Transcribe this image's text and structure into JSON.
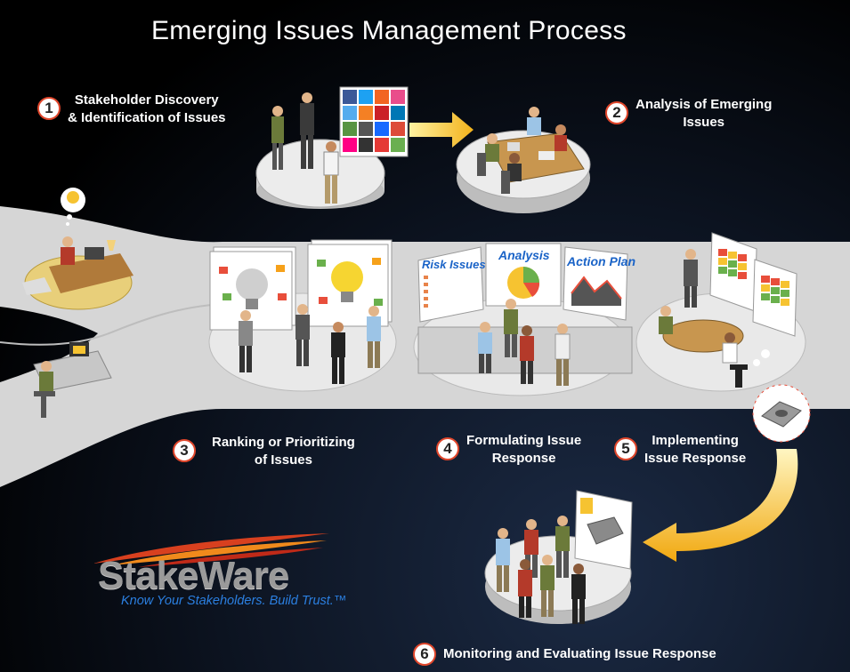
{
  "title": "Emerging Issues Management Process",
  "steps": [
    {
      "number": "1",
      "label_line1": "Stakeholder Discovery",
      "label_line2": "& Identification of Issues"
    },
    {
      "number": "2",
      "label_line1": "Analysis of Emerging",
      "label_line2": "Issues"
    },
    {
      "number": "3",
      "label_line1": "Ranking or Prioritizing",
      "label_line2": "of Issues"
    },
    {
      "number": "4",
      "label_line1": "Formulating Issue",
      "label_line2": "Response"
    },
    {
      "number": "5",
      "label_line1": "Implementing",
      "label_line2": "Issue Response"
    },
    {
      "number": "6",
      "label_line1": "Monitoring and Evaluating Issue Response",
      "label_line2": ""
    }
  ],
  "panels": {
    "risk": "Risk Issues",
    "analysis": "Analysis",
    "action": "Action Plan"
  },
  "logo": {
    "name": "StakeWare",
    "tagline": "Know Your Stakeholders. Build Trust.™"
  },
  "colors": {
    "accent_red": "#e0462b",
    "arrow_yellow": "#f2b21b",
    "path_gray": "#d9d9d9",
    "brand_blue": "#2b7fe0"
  },
  "icons": [
    "social-media-grid-icon",
    "lightbulb-icon",
    "pie-chart-icon",
    "heatmap-board-icon",
    "thought-bubble-icon",
    "hardware-part-icon"
  ]
}
